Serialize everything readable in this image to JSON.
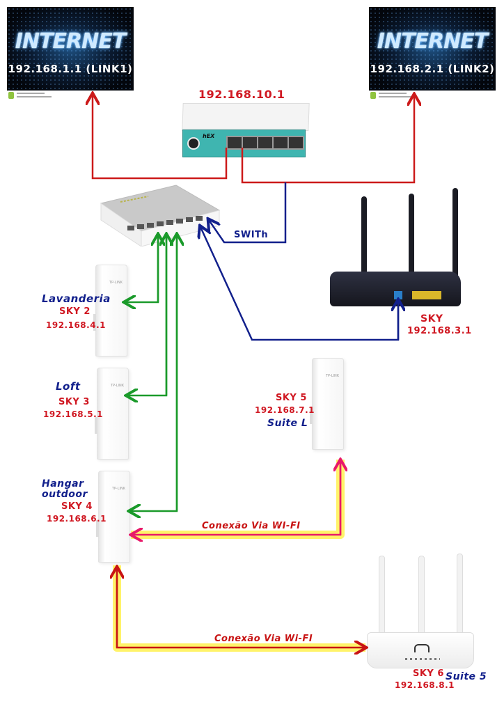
{
  "internet": {
    "link1": {
      "title": "INTERNET",
      "label": "192.168.1.1 (LINK1)"
    },
    "link2": {
      "title": "INTERNET",
      "label": "192.168.2.1 (LINK2)"
    }
  },
  "mikrotik": {
    "ip": "192.168.10.1",
    "model": "hEX"
  },
  "switch": {
    "label": "SWITh"
  },
  "devices": {
    "sky": {
      "name": "SKY",
      "ip": "192.168.3.1"
    },
    "sky2": {
      "location": "Lavanderia",
      "name": "SKY 2",
      "ip": "192.168.4.1"
    },
    "sky3": {
      "location": "Loft",
      "name": "SKY 3",
      "ip": "192.168.5.1"
    },
    "sky4": {
      "location": "Hangar outdoor",
      "name": "SKY 4",
      "ip": "192.168.6.1"
    },
    "sky5": {
      "location": "Suite L",
      "name": "SKY 5",
      "ip": "192.168.7.1"
    },
    "sky6": {
      "location": "Suite 5",
      "name": "SKY 6",
      "ip": "192.168.8.1"
    }
  },
  "wifi_links": {
    "sky5_to_sky4": "Conexão Via WI-FI",
    "sky4_to_sky6": "Conexão Via Wi-FI"
  },
  "colors": {
    "wan_link": "#cc1a1a",
    "lan_link": "#12208c",
    "switch_to_cpe": "#1a9a2a",
    "wifi_link_a": "#e8196a",
    "wifi_link_b": "#c81414",
    "wifi_highlight": "#fff36a"
  }
}
